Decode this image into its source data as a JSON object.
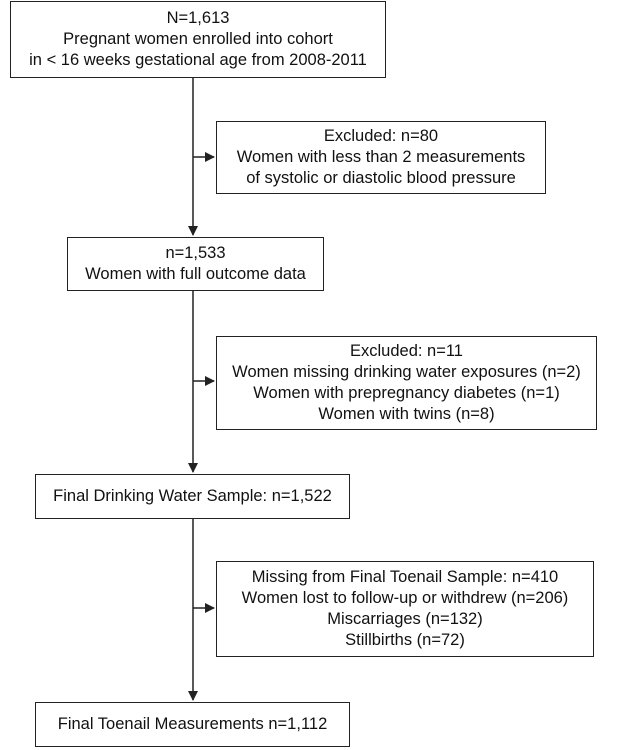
{
  "boxes": {
    "enrolled": {
      "lines": [
        "N=1,613",
        "Pregnant women enrolled into cohort",
        "in < 16 weeks gestational age from 2008-2011"
      ]
    },
    "excluded_1": {
      "lines": [
        "Excluded: n=80",
        "Women with less than 2 measurements",
        "of systolic or diastolic blood pressure"
      ]
    },
    "full_outcome": {
      "lines": [
        "n=1,533",
        "Women with full outcome data"
      ]
    },
    "excluded_2": {
      "lines": [
        "Excluded: n=11",
        "Women missing drinking water exposures (n=2)",
        "Women with prepregnancy diabetes (n=1)",
        "Women with twins (n=8)"
      ]
    },
    "drinking_water": {
      "lines": [
        "Final Drinking Water Sample: n=1,522"
      ]
    },
    "missing_toenail": {
      "lines": [
        "Missing from Final Toenail Sample: n=410",
        "Women lost to follow-up or withdrew (n=206)",
        "Miscarriages (n=132)",
        "Stillbirths (n=72)"
      ]
    },
    "final_toenail": {
      "lines": [
        "Final Toenail Measurements n=1,112"
      ]
    }
  }
}
